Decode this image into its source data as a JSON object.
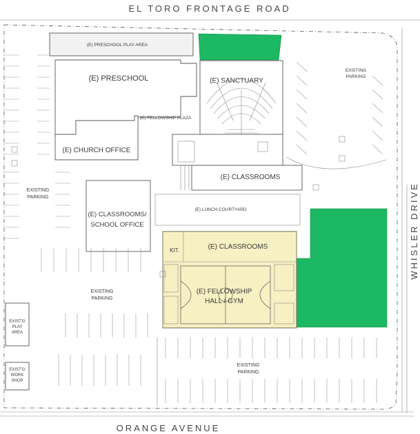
{
  "roads": {
    "north": "EL TORO FRONTAGE ROAD",
    "south": "ORANGE AVENUE",
    "east": "WHISLER DRIVE"
  },
  "buildings": {
    "preschool_play_area": "(E) PRESCHOOL PLAY AREA",
    "preschool": "(E) PRESCHOOL",
    "sanctuary": "(E) SANCTUARY",
    "fellowship_plaza": "(E) FELLOWSHIP PLAZA",
    "church_office": "(E) CHURCH OFFICE",
    "classrooms_north": "(E) CLASSROOMS",
    "classrooms_school_office_line1": "(E) CLASSROOMS/",
    "classrooms_school_office_line2": "SCHOOL OFFICE",
    "lunch_courtyard": "(E) LUNCH COURTYARD",
    "kitchen": "KIT.",
    "classrooms_new": "(E) CLASSROOMS",
    "fellowship_hall_line1": "(E) FELLOWSHIP",
    "fellowship_hall_line2": "HALL / GYM"
  },
  "parking": {
    "northeast_line1": "EXISTING",
    "northeast_line2": "PARKING",
    "west_line1": "EXISTING",
    "west_line2": "PARKING",
    "central_line1": "EXISTING",
    "central_line2": "PARKING",
    "south_line1": "EXISTING",
    "south_line2": "PARKING"
  },
  "misc": {
    "play_area_line1": "EXIST'G",
    "play_area_line2": "PLAY",
    "play_area_line3": "AREA",
    "work_shop_line1": "EXIST'G",
    "work_shop_line2": "WORK",
    "work_shop_line3": "SHOP"
  },
  "colors": {
    "landscape_green": "#1db863",
    "project_area_yellow": "#f7f0c3",
    "linework": "#555555"
  }
}
